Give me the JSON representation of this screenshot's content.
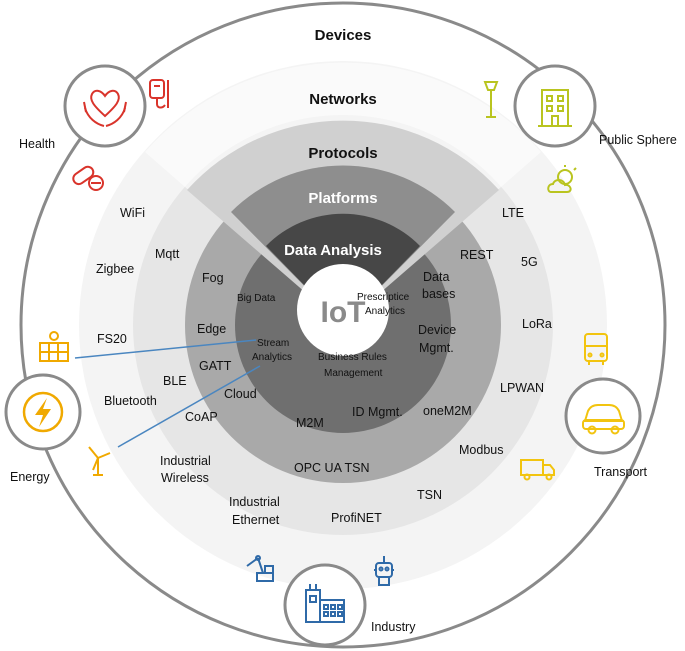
{
  "layers": {
    "devices": "Devices",
    "networks": "Networks",
    "protocols": "Protocols",
    "platforms": "Platforms",
    "data_analysis": "Data Analysis",
    "core": "IoT"
  },
  "sectors": {
    "health": "Health",
    "public_sphere": "Public Sphere",
    "energy": "Energy",
    "transport": "Transport",
    "industry": "Industry"
  },
  "networks_left": {
    "industrial_wireless_1": "Industrial",
    "industrial_wireless_2": "Wireless",
    "industrial_ethernet_1": "Industrial",
    "industrial_ethernet_2": "Ethernet",
    "bluetooth": "Bluetooth",
    "fs20": "FS20",
    "zigbee": "Zigbee",
    "wifi": "WiFi"
  },
  "networks_right": {
    "lte": "LTE",
    "fiveg": "5G",
    "lora": "LoRa",
    "lpwan": "LPWAN",
    "modbus": "Modbus",
    "tsn": "TSN",
    "profinet": "ProfiNET"
  },
  "protocols_items": {
    "mqtt": "Mqtt",
    "ble": "BLE",
    "coap": "CoAP",
    "rest": "REST",
    "onem2m": "oneM2M",
    "opc": "OPC UA TSN"
  },
  "platforms_items": {
    "fog": "Fog",
    "edge": "Edge",
    "gatt": "GATT",
    "cloud": "Cloud",
    "m2m": "M2M",
    "id_mgmt": "ID Mgmt.",
    "data_bases_1": "Data",
    "data_bases_2": "bases",
    "device_mgmt_1": "Device",
    "device_mgmt_2": "Mgmt."
  },
  "analysis_items": {
    "big_data": "Big Data",
    "prescriptive_1": "Prescriptice",
    "prescriptive_2": "Analytics",
    "stream_1": "Stream",
    "stream_2": "Analytics",
    "rules_1": "Business Rules",
    "rules_2": "Management"
  },
  "icons": {
    "health": "hands-heart-icon",
    "health_extra_1": "iv-bag-icon",
    "health_extra_2": "pills-icon",
    "public_sphere": "building-icon",
    "public_extra_1": "street-lamp-icon",
    "public_extra_2": "weather-icon",
    "energy": "lightning-icon",
    "energy_extra_1": "solar-panel-icon",
    "energy_extra_2": "wind-turbine-icon",
    "transport": "car-icon",
    "transport_extra_1": "bus-icon",
    "transport_extra_2": "truck-icon",
    "industry": "factory-icon",
    "industry_extra_1": "robot-arm-icon",
    "industry_extra_2": "robot-icon"
  },
  "colors": {
    "health": "#d9342b",
    "public_sphere": "#b9c41f",
    "energy": "#f0a900",
    "transport": "#f2c40f",
    "industry": "#2f6aa8",
    "ring_border": "#8a8a8a",
    "networks_bg": "#eeeeee",
    "protocols_bg": "#e2e2e2",
    "platforms_bg": "#a8a8a8",
    "analysis_bg": "#6f6f6f"
  }
}
